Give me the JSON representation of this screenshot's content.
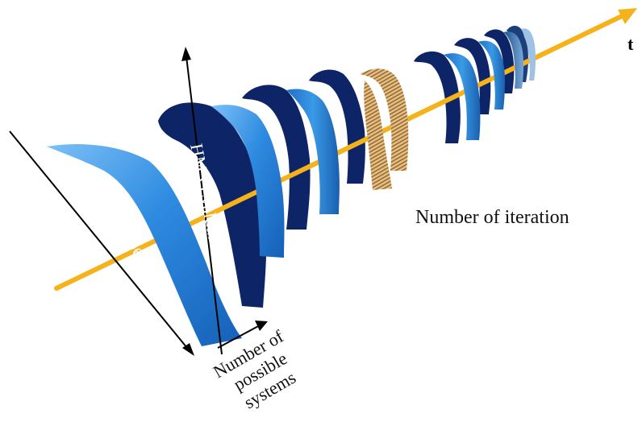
{
  "labels": {
    "time_axis": "t",
    "design_axis": "HMS Design",
    "evaluation_axis": "HMS Evaluation",
    "iteration": "Number of iteration",
    "systems_line1": "Number of",
    "systems_line2": "possible",
    "systems_line3": "systems"
  },
  "colors": {
    "time_axis": "#f5b21b",
    "spiral_front_light": "#5aaaf0",
    "spiral_front_mid": "#1f7ad6",
    "spiral_back": "#0d2466",
    "highlighted_turn": "#c99a52",
    "arrows": "#000000"
  },
  "icons": {
    "time_axis_arrowhead": "arrow-head-icon"
  }
}
